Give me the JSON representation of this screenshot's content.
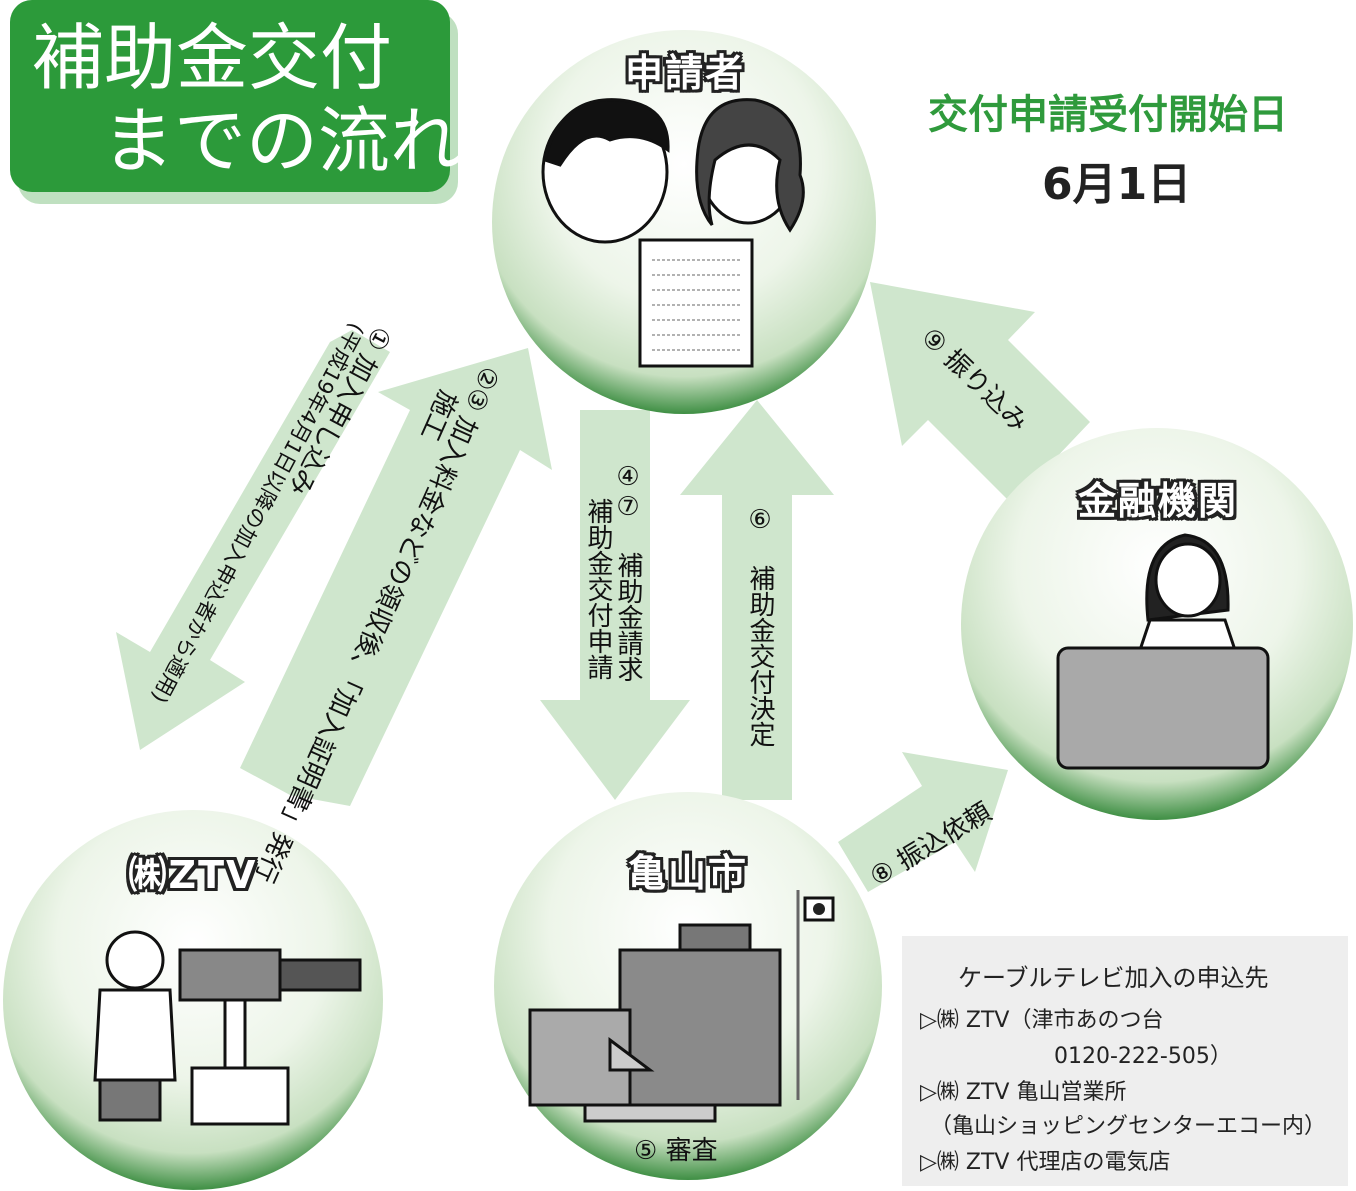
{
  "title": {
    "line1": "補助金交付",
    "line2": "までの流れ"
  },
  "start_heading": "交付申請受付開始日",
  "start_date": "6月1日",
  "nodes": {
    "applicant": "申請者",
    "bank": "金融機関",
    "ztv": "㈱ZTV",
    "city": "亀山市"
  },
  "steps": {
    "s1_num": "①",
    "s1_text": "加入申し込み",
    "s1_note": "(平成19年4月1日以降の加入申込者から適用)",
    "s23_num": "②③",
    "s23_text1": "加入料金などの領収後、「加入証明書」発行",
    "s23_text2": "施工",
    "s47_num": "④⑦",
    "s47_text1": "補助金請求",
    "s47_text2": "補助金交付申請",
    "s5": "⑤ 審査",
    "s6_num": "⑥",
    "s6_text": "補助金交付決定",
    "s8": "⑧ 振込依頼",
    "s9": "⑨ 振り込み"
  },
  "contact": {
    "heading": "ケーブルテレビ加入の申込先",
    "line1": "▷㈱ ZTV（津市あのつ台",
    "line2": "0120-222-505）",
    "freedial_icon": "freedial-icon",
    "line3": "▷㈱ ZTV 亀山営業所",
    "line4": "（亀山ショッピングセンターエコー内）",
    "line5": "▷㈱ ZTV 代理店の電気店"
  },
  "colors": {
    "title_bg": "#2c9a3a",
    "heading_green": "#2f9a3c",
    "arrow": "#cfe6cd",
    "circle": "#dcecd6"
  }
}
